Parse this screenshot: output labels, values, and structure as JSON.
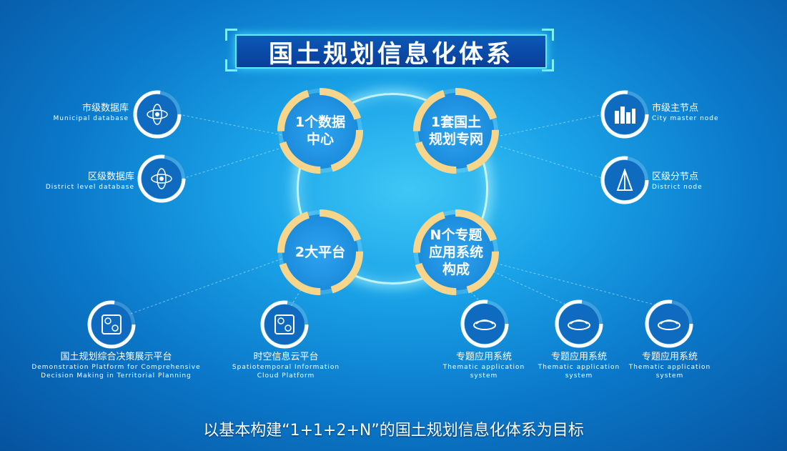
{
  "title": "国土规划信息化体系",
  "hubs": {
    "data_center": "1个数据中心",
    "network": "1套国土规划专网",
    "platforms": "2大平台",
    "apps": "N个专题应用系统构成"
  },
  "nodes": {
    "municipal_db": {
      "cn": "市级数据库",
      "en": "Municipal database"
    },
    "district_db": {
      "cn": "区级数据库",
      "en": "District level database"
    },
    "city_master": {
      "cn": "市级主节点",
      "en": "City master node"
    },
    "district_node": {
      "cn": "区级分节点",
      "en": "District node"
    },
    "decision_platform": {
      "cn": "国土规划综合决策展示平台",
      "en1": "Demonstration Platform for Comprehensive",
      "en2": "Decision Making in Territorial Planning"
    },
    "cloud_platform": {
      "cn": "时空信息云平台",
      "en1": "Spatiotemporal Information",
      "en2": "Cloud Platform"
    },
    "app1": {
      "cn": "专题应用系统",
      "en1": "Thematic application",
      "en2": "system"
    },
    "app2": {
      "cn": "专题应用系统",
      "en1": "Thematic application",
      "en2": "system"
    },
    "app3": {
      "cn": "专题应用系统",
      "en1": "Thematic application",
      "en2": "system"
    }
  },
  "caption": "以基本构建“1+1+2+N”的国土规划信息化体系为目标",
  "colors": {
    "ring": "#f7d58a",
    "accent": "#5fe8ff",
    "bg": "#1aa3e8"
  }
}
